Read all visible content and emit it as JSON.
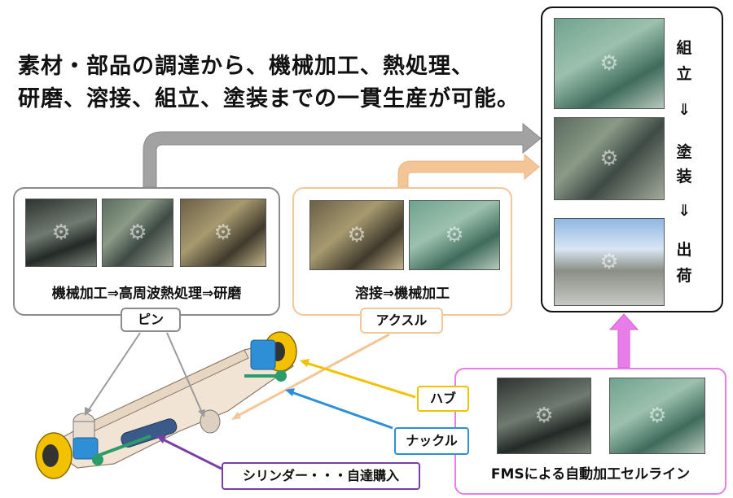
{
  "headline": {
    "line1": "素材・部品の調達から、機械加工、熱処理、",
    "line2": "研磨、溶接、組立、塗装までの一貫生産が可能。"
  },
  "pin_box": {
    "caption": "機械加工⇒高周波熱処理⇒研磨",
    "tag": "ピン",
    "border_color": "#8c8c8c"
  },
  "axle_box": {
    "caption": "溶接⇒機械加工",
    "tag": "アクスル",
    "border_color": "#f2c79a"
  },
  "process_box": {
    "steps": [
      "組",
      "立",
      "⇓",
      "塗",
      "装",
      "⇓",
      "出",
      "荷"
    ],
    "border_color": "#111111"
  },
  "fms_box": {
    "caption": "FMSによる自動加工セルライン",
    "border_color": "#e87ce8"
  },
  "labels": {
    "hub": "ハブ",
    "knuckle": "ナックル",
    "cylinder": "シリンダー・・・自達購入"
  },
  "colors": {
    "hub": "#f2c200",
    "knuckle": "#2e8fd6",
    "cylinder": "#7a3fa6",
    "pin_arrow": "#9a9a9a",
    "axle_arrow": "#f4c597",
    "fms_arrow": "#e87ce8"
  }
}
